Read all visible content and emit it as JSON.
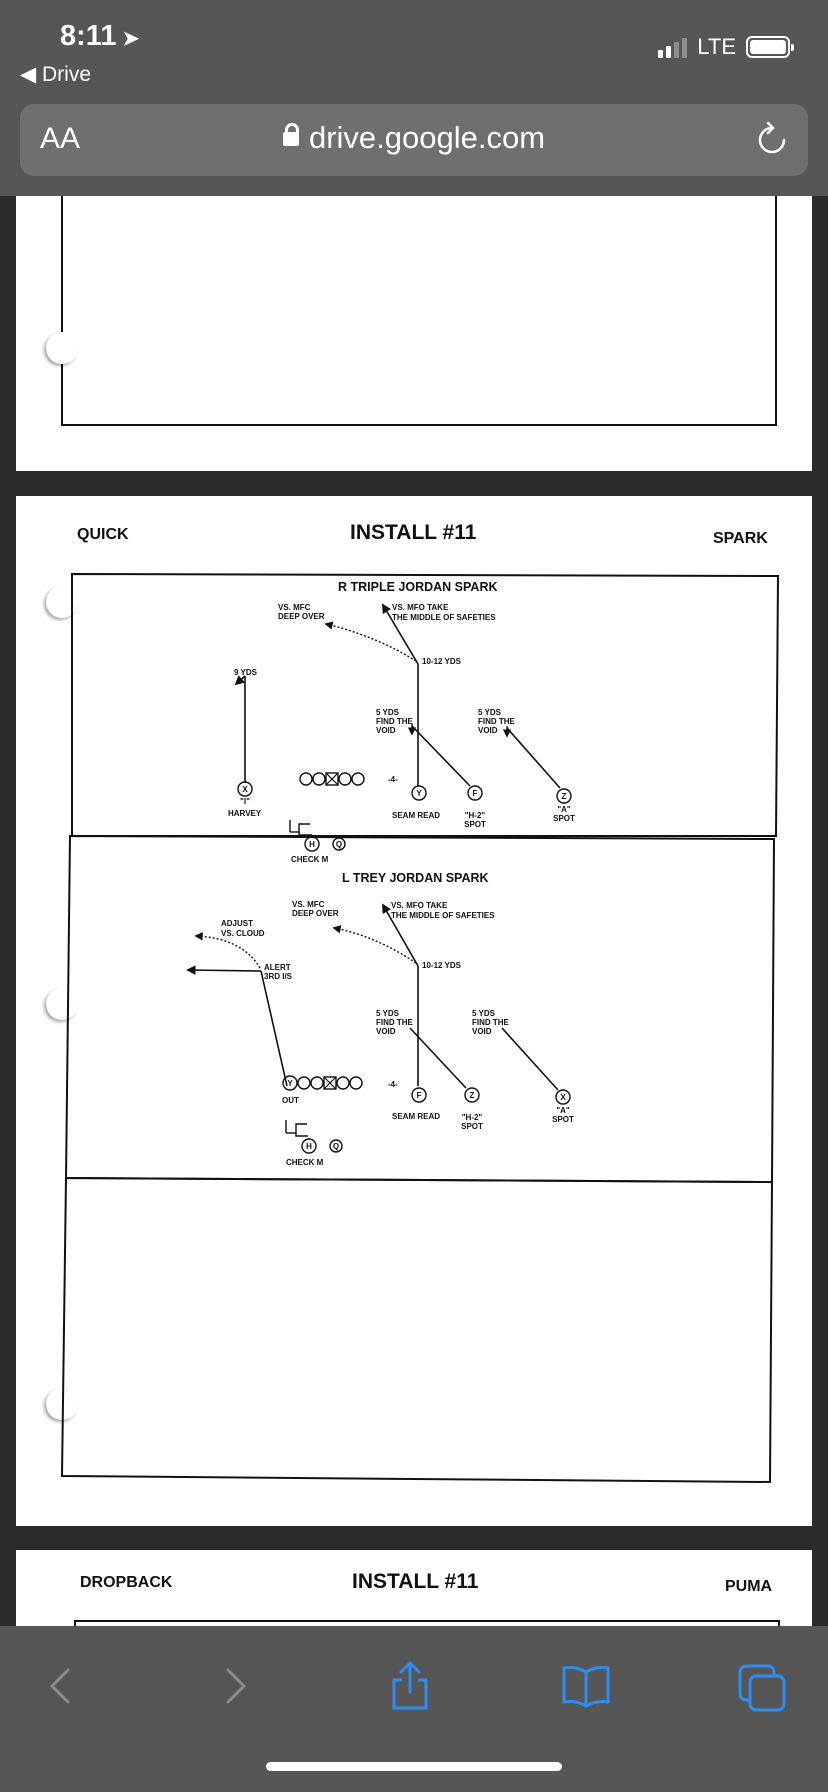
{
  "status_bar": {
    "time": "8:11",
    "back_label": "Drive",
    "network": "LTE"
  },
  "browser": {
    "text_size_label": "AA",
    "url": "drive.google.com"
  },
  "pages": {
    "page2": {
      "left": "QUICK",
      "title": "INSTALL #11",
      "right": "SPARK"
    },
    "page3": {
      "left": "DROPBACK",
      "title": "INSTALL #11",
      "right": "PUMA"
    }
  },
  "play1": {
    "title": "R TRIPLE JORDAN SPARK",
    "vs_mfc": "VS. MFC",
    "deep_over": "DEEP OVER",
    "vs_mfo": "VS. MFO TAKE",
    "middle": "THE MIDDLE OF SAFETIES",
    "yds_10_12": "10-12 YDS",
    "yds_9": "9 YDS",
    "yds_5": "5 YDS",
    "find_the": "FIND THE",
    "void": "VOID",
    "x": "X",
    "i_quote": "\"I\"",
    "harvey": "HARVEY",
    "four": "-4-",
    "y": "Y",
    "seam_read": "SEAM READ",
    "f": "F",
    "h2": "\"H-2\"",
    "spot": "SPOT",
    "z": "Z",
    "a_quote": "\"A\"",
    "h": "H",
    "q": "Q",
    "check_m": "CHECK M"
  },
  "play2": {
    "title": "L TREY JORDAN SPARK",
    "vs_mfc": "VS. MFC",
    "deep_over": "DEEP OVER",
    "vs_mfo": "VS. MFO TAKE",
    "middle": "THE MIDDLE OF SAFETIES",
    "adjust": "ADJUST",
    "vs_cloud": "VS. CLOUD",
    "alert": "ALERT",
    "third": "3RD I/S",
    "yds_10_12": "10-12 YDS",
    "yds_5": "5 YDS",
    "find_the": "FIND THE",
    "void": "VOID",
    "y": "Y",
    "out": "OUT",
    "four": "-4-",
    "f": "F",
    "seam_read": "SEAM READ",
    "z": "Z",
    "h2": "\"H-2\"",
    "spot": "SPOT",
    "x": "X",
    "a_quote": "\"A\"",
    "h": "H",
    "q": "Q",
    "check_m": "CHECK M"
  }
}
